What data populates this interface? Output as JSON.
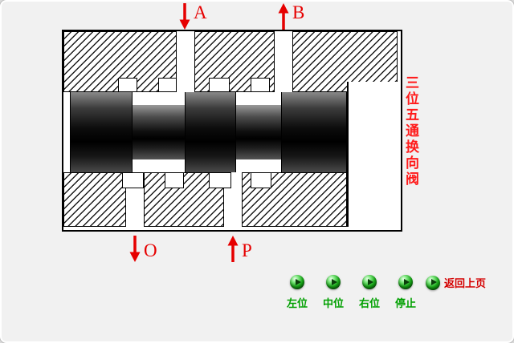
{
  "diagram": {
    "side_label": "三位五通换向阀",
    "ports": {
      "a": {
        "label": "A",
        "arrow": "down"
      },
      "b": {
        "label": "B",
        "arrow": "up"
      },
      "o": {
        "label": "O",
        "arrow": "down"
      },
      "p": {
        "label": "P",
        "arrow": "up"
      }
    }
  },
  "controls": {
    "buttons": [
      {
        "id": "left-position",
        "label": "左位"
      },
      {
        "id": "middle-position",
        "label": "中位"
      },
      {
        "id": "right-position",
        "label": "右位"
      },
      {
        "id": "stop",
        "label": "停止"
      },
      {
        "id": "back",
        "label": "返回上页"
      }
    ]
  },
  "colors": {
    "arrow": "#e60000",
    "side_label": "#ff1a1a",
    "button_label": "#00a000",
    "back_label": "#d40000",
    "canvas_bg": "#f1f1f1"
  }
}
